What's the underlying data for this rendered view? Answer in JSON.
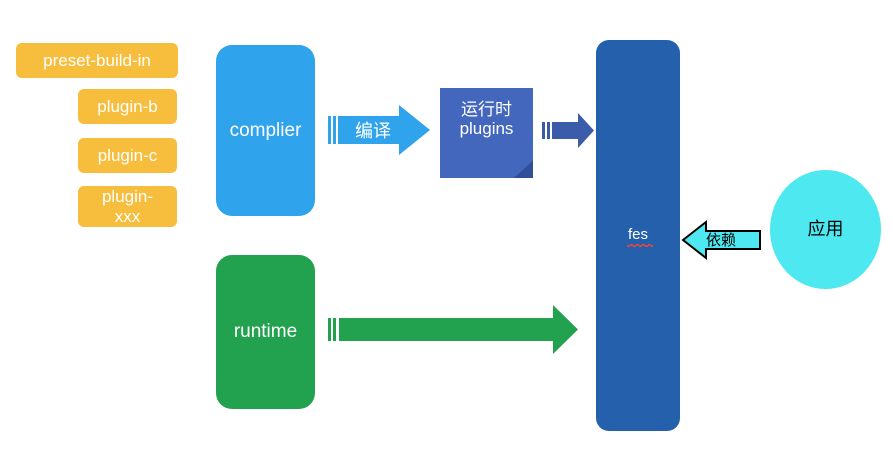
{
  "diagram": {
    "title": "fes architecture flow",
    "background": "#ffffff",
    "palette": {
      "chip_yellow": "#F7BE3E",
      "complier_blue": "#2FA3EC",
      "runtime_green": "#22A14E",
      "rt_plugins_blue": "#4467BE",
      "rt_plugins_fold": "#2F4F96",
      "fes_blue": "#2560AD",
      "app_cyan": "#4DE8F0",
      "arrow_light_blue": "#2FA3EC",
      "arrow_dark_blue": "#3B5CA8",
      "arrow_green": "#22A14E",
      "arrow_cyan": "#4DE8F0",
      "arrow_cyan_stroke": "#000000",
      "spellcheck_red": "#E8453C",
      "text_light": "#ffffff",
      "text_dark": "#000000"
    },
    "plugins": [
      {
        "id": "preset-build-in",
        "label": "preset-build-in"
      },
      {
        "id": "plugin-b",
        "label": "plugin-b"
      },
      {
        "id": "plugin-c",
        "label": "plugin-c"
      },
      {
        "id": "plugin-xxx",
        "label": "plugin-\nxxx"
      }
    ],
    "nodes": {
      "complier": {
        "label": "complier"
      },
      "runtime": {
        "label": "runtime"
      },
      "runtime_plugins": {
        "label": "运行时\nplugins"
      },
      "fes": {
        "label": "fes",
        "spellcheck_underline": true
      },
      "app": {
        "label": "应用"
      }
    },
    "arrows": [
      {
        "id": "compile",
        "label": "编译",
        "from": "complier",
        "to": "runtime_plugins",
        "color": "#2FA3EC",
        "direction": "right"
      },
      {
        "id": "plugins-to-fes",
        "label": "",
        "from": "runtime_plugins",
        "to": "fes",
        "color": "#3B5CA8",
        "direction": "right"
      },
      {
        "id": "runtime-to-fes",
        "label": "",
        "from": "runtime",
        "to": "fes",
        "color": "#22A14E",
        "direction": "right"
      },
      {
        "id": "depend",
        "label": "依赖",
        "from": "app",
        "to": "fes",
        "color": "#4DE8F0",
        "direction": "left"
      }
    ]
  }
}
